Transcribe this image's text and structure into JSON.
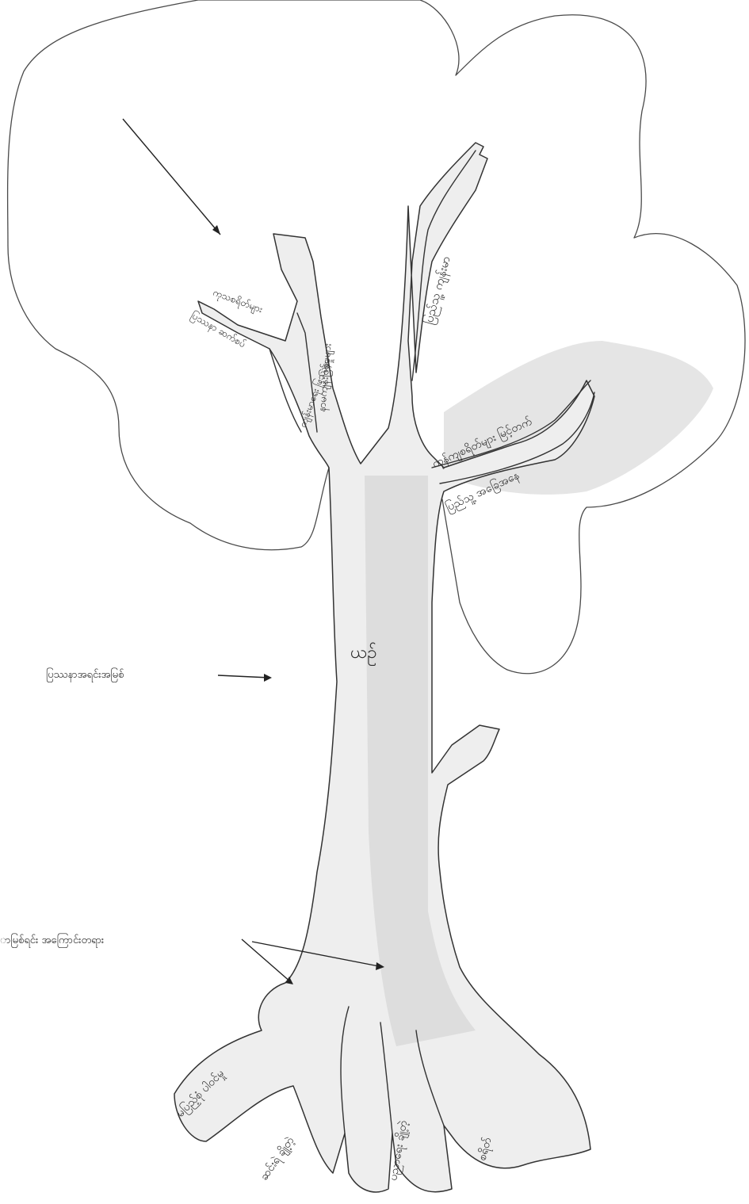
{
  "labels": {
    "trunk": "ယဉ်",
    "left_annotation": "ပြဿနာအရင်းအမြစ်",
    "bottom_annotation": "ာမြစ်ရင်း အကြောင်းတရား"
  },
  "branches": [
    {
      "id": "b1",
      "text": "ပြည်သူ့ ကျန်းမာ"
    },
    {
      "id": "b2",
      "text": "နာမကျန်းဖြစ်မှုများ"
    },
    {
      "id": "b3",
      "text": "ကျန်းမာရေး ပြဿနာ"
    },
    {
      "id": "b4",
      "text": "ကုသစရိတ်များ"
    },
    {
      "id": "b5",
      "text": "ပြဿနာ ဆက်စပ်"
    },
    {
      "id": "b6",
      "text": "ကုန်ကျစရိတ်များ မြင့်တက်"
    },
    {
      "id": "b7",
      "text": "ပြည်သူ့ အခြေအနေ"
    }
  ],
  "roots": [
    {
      "id": "r1",
      "text": "မပြည့်စုံ ပါဝင်မှု"
    },
    {
      "id": "r2",
      "text": "ဆင်းရဲ ချို့တဲ့"
    },
    {
      "id": "r3",
      "text": "ပညာရေး ချို့တဲ့"
    },
    {
      "id": "r4",
      "text": "စရိတ်"
    }
  ],
  "colors": {
    "outline": "#4a4a4a",
    "trunk_fill": "#eeeeee",
    "shading": "#cfcfcf"
  }
}
